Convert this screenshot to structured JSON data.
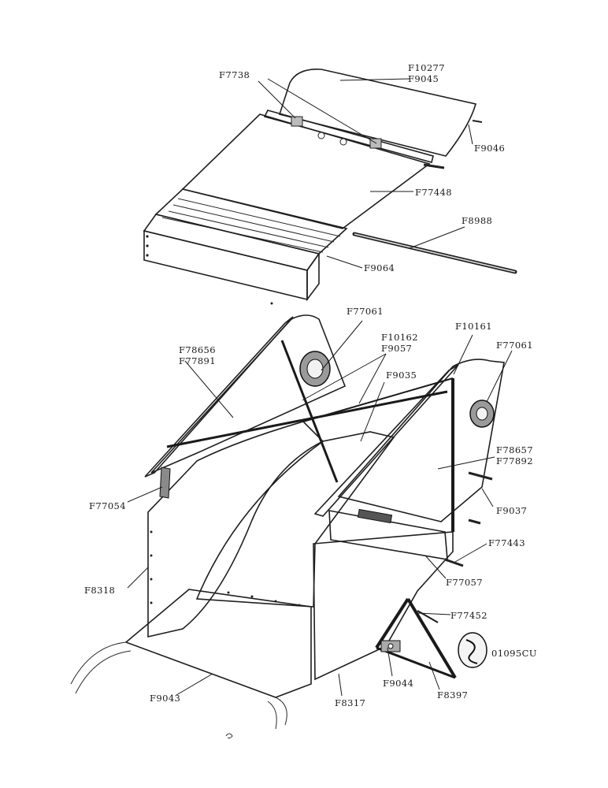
{
  "labels": {
    "f10277": "F10277",
    "f9045": "F9045",
    "f7738": "F7738",
    "f9046": "F9046",
    "f77448": "F77448",
    "f8988": "F8988",
    "f9064": "F9064",
    "f77061_left": "F77061",
    "f10162": "F10162",
    "f9057": "F9057",
    "f10161": "F10161",
    "f77061_right": "F77061",
    "f78656": "F78656",
    "f77891": "F77891",
    "f9035": "F9035",
    "f78657": "F78657",
    "f77892": "F77892",
    "f77054": "F77054",
    "f9037": "F9037",
    "f77443": "F77443",
    "f8318": "F8318",
    "f77057": "F77057",
    "f77452": "F77452",
    "drawing_no": "01095CU",
    "f9044": "F9044",
    "f8397": "F8397",
    "f9043": "F9043",
    "f8317": "F8317"
  },
  "colors": {
    "ink": "#1a1a1a",
    "panel_shade": "#8a8a8a",
    "panel_light": "#c9c9c9",
    "paper": "#ffffff"
  }
}
